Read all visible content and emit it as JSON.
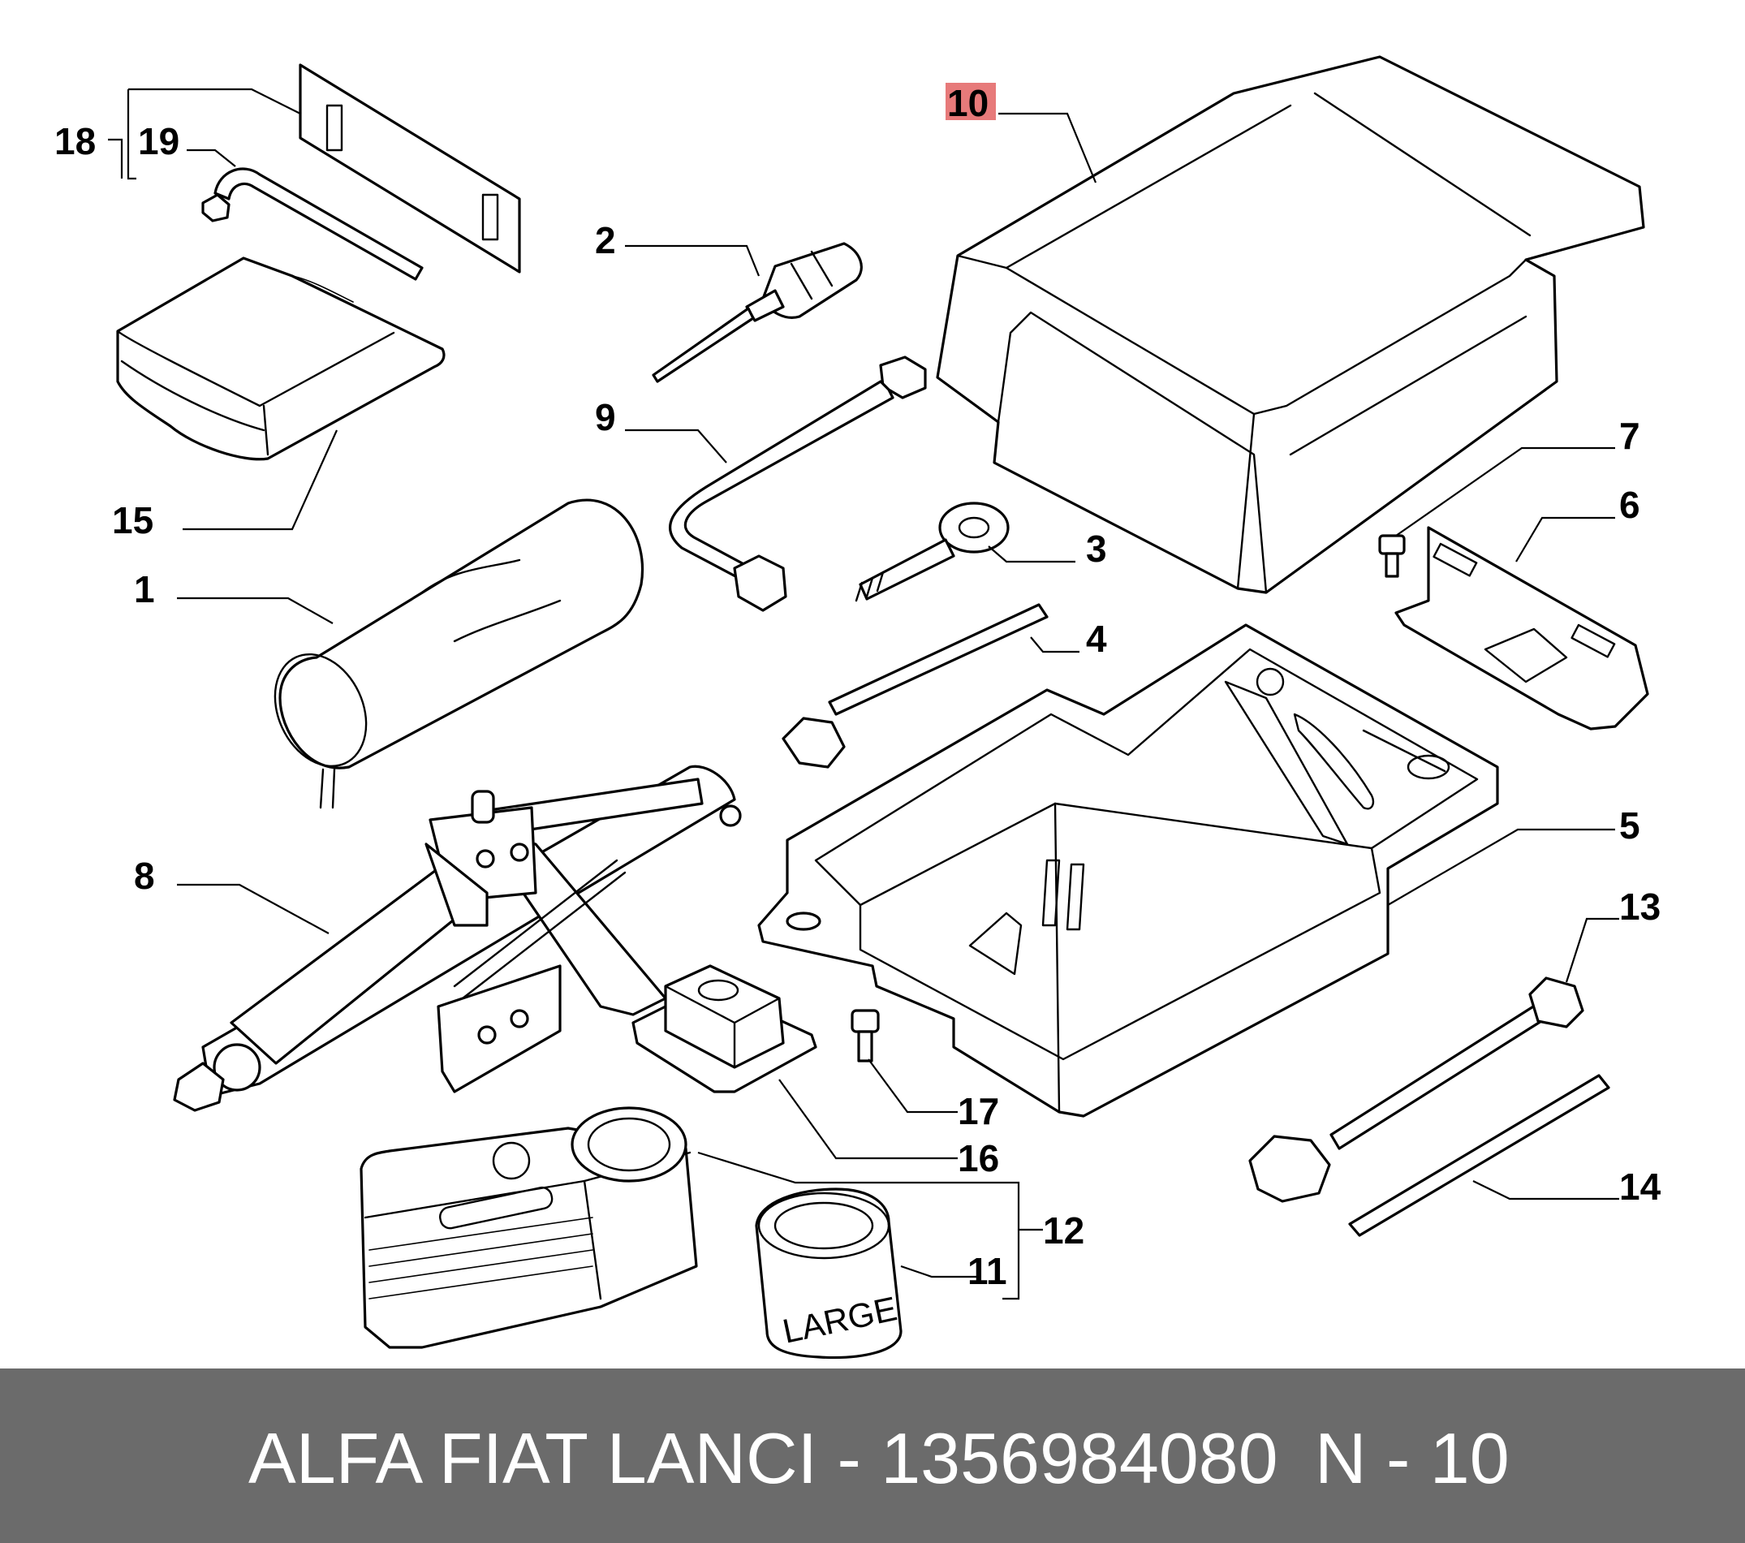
{
  "diagram": {
    "callouts": [
      {
        "id": "1",
        "text": "1"
      },
      {
        "id": "2",
        "text": "2"
      },
      {
        "id": "3",
        "text": "3"
      },
      {
        "id": "4",
        "text": "4"
      },
      {
        "id": "5",
        "text": "5"
      },
      {
        "id": "6",
        "text": "6"
      },
      {
        "id": "7",
        "text": "7"
      },
      {
        "id": "8",
        "text": "8"
      },
      {
        "id": "9",
        "text": "9"
      },
      {
        "id": "10",
        "text": "10",
        "highlighted": true
      },
      {
        "id": "11",
        "text": "11"
      },
      {
        "id": "12",
        "text": "12"
      },
      {
        "id": "13",
        "text": "13"
      },
      {
        "id": "14",
        "text": "14"
      },
      {
        "id": "15",
        "text": "15"
      },
      {
        "id": "16",
        "text": "16"
      },
      {
        "id": "17",
        "text": "17"
      },
      {
        "id": "18",
        "text": "18"
      },
      {
        "id": "19",
        "text": "19"
      }
    ],
    "sealant_label": "LARGE",
    "highlight_color": "#e77a7a"
  },
  "footer": {
    "part_code": "ALFA FIAT LANCI - 1356984080",
    "position": "N - 10",
    "background": "#6b6b6b"
  }
}
